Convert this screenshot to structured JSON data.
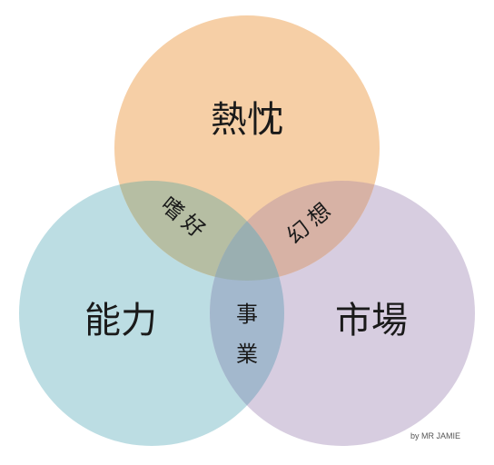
{
  "diagram": {
    "circles": {
      "passion": {
        "label": "熱忱",
        "color": "#f6cfa6"
      },
      "ability": {
        "label": "能力",
        "color": "#bcdde3"
      },
      "market": {
        "label": "市場",
        "color": "#d7cde0"
      }
    },
    "overlaps": {
      "hobby": "嗜好",
      "fantasy": "幻想",
      "career_top": "事",
      "career_bottom": "業"
    },
    "credit": "by MR JAMIE"
  }
}
